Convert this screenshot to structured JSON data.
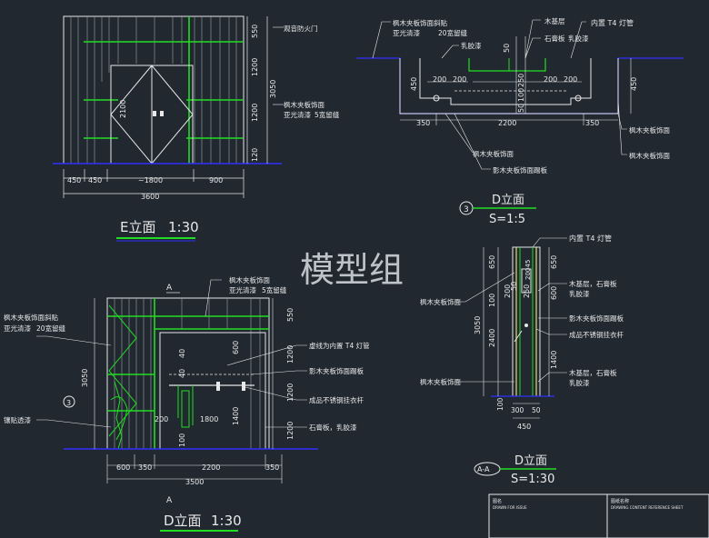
{
  "watermark": "模型组",
  "titles": {
    "e_elev": "E立面",
    "e_scale": "1:30",
    "d_section": "D立面",
    "d_section_scale": "S=1:5",
    "d_section_mark": "3",
    "d_elev": "D立面",
    "d_elev_scale": "1:30",
    "aa_title": "D立面",
    "aa_scale": "S=1:30",
    "aa_mark": "A-A"
  },
  "e_elevation": {
    "bottom_dims": [
      "450",
      "450",
      "~1800",
      "900"
    ],
    "total": "3600",
    "right_dims": [
      "550",
      "1200",
      "1200",
      "120"
    ],
    "right_total": "3050",
    "door_dim": "2100",
    "labels": [
      "观音防火门",
      "枫木夹板饰面",
      "亚光清漆",
      "5宽留缝"
    ]
  },
  "d_section": {
    "labels_left": [
      "枫木夹板饰面斜贴",
      "亚光清漆",
      "20宽留缝"
    ],
    "label_latex": "乳胶漆",
    "labels_top": [
      "木基层",
      "石膏板",
      "乳胶漆"
    ],
    "lamp": "内置 T4 灯管",
    "dims": [
      "50",
      "200",
      "200",
      "200",
      "200",
      "250",
      "100",
      "50",
      "450",
      "450",
      "350",
      "2200",
      "350"
    ],
    "labels_bottom": [
      "枫木夹板饰面",
      "影木夹板饰面踢板"
    ],
    "labels_right": [
      "枫木夹板饰面",
      "枫木夹板饰面"
    ]
  },
  "d_elevation": {
    "section_mark_a": "A",
    "labels_left": [
      "枫木夹板饰面斜贴",
      "亚光清漆",
      "20宽留缝"
    ],
    "label_left2": "镶贴透漆",
    "left_mark": "3",
    "labels_top": [
      "枫木夹板饰面",
      "亚光清漆",
      "5宽留缝"
    ],
    "labels_right": [
      "虚线为内置 T4 灯管",
      "影木夹板饰面踢板",
      "成品不锈钢挂衣杆",
      "石膏板，乳胶漆"
    ],
    "right_dims": [
      "550",
      "600",
      "1200",
      "1200",
      "1200"
    ],
    "left_total": "3050",
    "inner_dims": [
      "40",
      "40",
      "200",
      "1800",
      "1400",
      "100"
    ],
    "bottom_dims": [
      "600",
      "350",
      "2200",
      "350"
    ],
    "total": "3500"
  },
  "aa_section": {
    "lamp": "内置 T4 灯管",
    "top_dims": [
      "650",
      "20045",
      "50",
      "250",
      "600",
      "200",
      "650"
    ],
    "labels_right": [
      "木基层，石膏板",
      "乳胶漆",
      "影木夹板饰面踢板",
      "成品不锈钢挂衣杆",
      "木基层，石膏板",
      "乳胶漆"
    ],
    "labels_left": [
      "枫木夹板饰面",
      "枫木夹板饰面"
    ],
    "left_dims": [
      "3050",
      "2400",
      "100",
      "1400"
    ],
    "bottom_dims": [
      "100",
      "300",
      "50"
    ],
    "width": "450"
  },
  "titleblock": {
    "cell1_label": "图名",
    "cell1_sub": "DRAWN FOR ISSUE",
    "cell2_label": "图纸名称",
    "cell2_sub": "DRAWING CONTENT REFERENCE SHEET"
  },
  "colors": {
    "bg": "#212830",
    "line": "#e8e8e8",
    "green": "#22dd22",
    "blue": "#3030ff",
    "yellow": "#e8d870",
    "cyan": "#40e0e0"
  }
}
